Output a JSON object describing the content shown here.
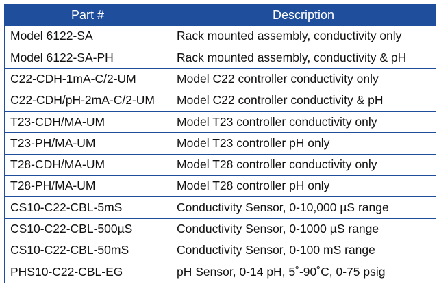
{
  "table": {
    "headers": [
      "Part #",
      "Description"
    ],
    "rows": [
      [
        "Model 6122-SA",
        "Rack mounted assembly, conductivity only"
      ],
      [
        "Model 6122-SA-PH",
        "Rack mounted assembly, conductivity & pH"
      ],
      [
        "C22-CDH-1mA-C/2-UM",
        "Model C22 controller conductivity only"
      ],
      [
        "C22-CDH/pH-2mA-C/2-UM",
        "Model C22 controller conductivity & pH"
      ],
      [
        "T23-CDH/MA-UM",
        "Model T23 controller conductivity only"
      ],
      [
        "T23-PH/MA-UM",
        "Model T23 controller pH only"
      ],
      [
        "T28-CDH/MA-UM",
        "Model T28 controller conductivity only"
      ],
      [
        "T28-PH/MA-UM",
        "Model T28 controller pH only"
      ],
      [
        "CS10-C22-CBL-5mS",
        "Conductivity Sensor, 0-10,000 µS range"
      ],
      [
        "CS10-C22-CBL-500µS",
        "Conductivity Sensor, 0-1000 µS range"
      ],
      [
        "CS10-C22-CBL-50mS",
        "Conductivity Sensor, 0-100 mS range"
      ],
      [
        "PHS10-C22-CBL-EG",
        "pH Sensor,  0-14 pH, 5˚-90˚C, 0-75 psig"
      ]
    ]
  },
  "colors": {
    "header_bg": "#1f4e9c",
    "header_text": "#ffffff",
    "border": "#1f4e9c"
  }
}
